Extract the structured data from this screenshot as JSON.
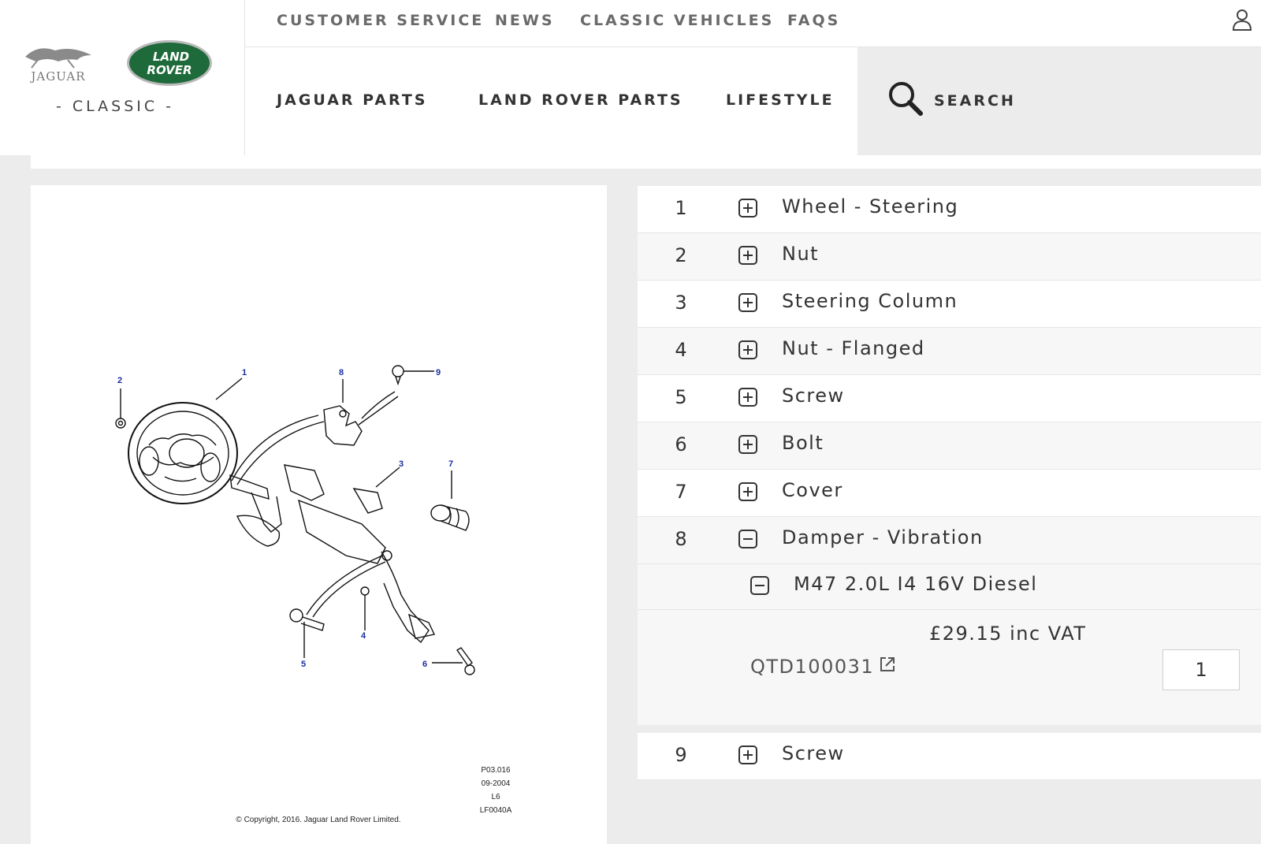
{
  "brand": {
    "jaguar": "JAGUAR",
    "land": "LAND",
    "rover": "ROVER",
    "classic": "- CLASSIC -"
  },
  "topnav": [
    "CUSTOMER SERVICE",
    "NEWS",
    "CLASSIC VEHICLES",
    "FAQS"
  ],
  "mainnav": [
    "JAGUAR PARTS",
    "LAND ROVER PARTS",
    "LIFESTYLE"
  ],
  "search": {
    "label": "SEARCH"
  },
  "diagram": {
    "callouts": [
      "1",
      "2",
      "3",
      "4",
      "5",
      "6",
      "7",
      "8",
      "9"
    ],
    "ref": [
      "P03.016",
      "09-2004",
      "L6",
      "LF0040A"
    ],
    "copyright": "© Copyright, 2016. Jaguar Land Rover Limited."
  },
  "parts": [
    {
      "num": "1",
      "name": "Wheel - Steering"
    },
    {
      "num": "2",
      "name": "Nut"
    },
    {
      "num": "3",
      "name": "Steering Column"
    },
    {
      "num": "4",
      "name": "Nut - Flanged"
    },
    {
      "num": "5",
      "name": "Screw"
    },
    {
      "num": "6",
      "name": "Bolt"
    },
    {
      "num": "7",
      "name": "Cover"
    },
    {
      "num": "8",
      "name": "Damper - Vibration"
    },
    {
      "num": "9",
      "name": "Screw"
    }
  ],
  "expanded": {
    "variant": "M47 2.0L I4 16V Diesel",
    "price": "£29.15 inc VAT",
    "part_number": "QTD100031",
    "quantity": "1"
  },
  "colors": {
    "accent_green": "#1e6a3a",
    "callout_blue": "#1a2fa0"
  }
}
